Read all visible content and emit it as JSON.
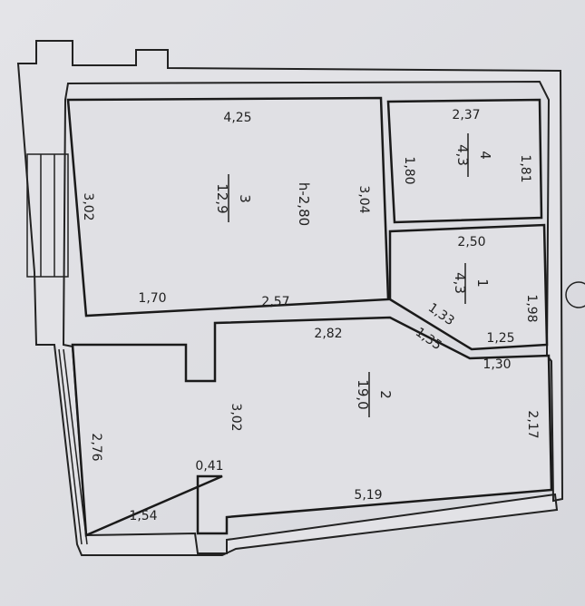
{
  "plan": {
    "ceiling_height": "h-2,80",
    "rooms": [
      {
        "number": "1",
        "area": "4,3"
      },
      {
        "number": "2",
        "area": "19,0"
      },
      {
        "number": "3",
        "area": "12,9"
      },
      {
        "number": "4",
        "area": "4,3"
      }
    ],
    "dimensions": {
      "r3_top": "4,25",
      "r3_left": "3,02",
      "r3_right": "3,04",
      "r3_bottom_a": "1,70",
      "r3_bottom_b": "2,57",
      "r4_top": "2,37",
      "r4_left": "1,80",
      "r4_right": "1,81",
      "r1_top": "2,50",
      "r1_right": "1,98",
      "r1_diag": "1,33",
      "r1_bottom": "1,25",
      "r2_diag": "1,35",
      "r2_top_right": "1,30",
      "r2_top": "2,82",
      "r2_mid": "3,02",
      "r2_right": "2,17",
      "r2_left": "2,76",
      "r2_pillar": "0,41",
      "r2_bottom": "5,19",
      "r2_bottom_left": "1,54"
    }
  }
}
